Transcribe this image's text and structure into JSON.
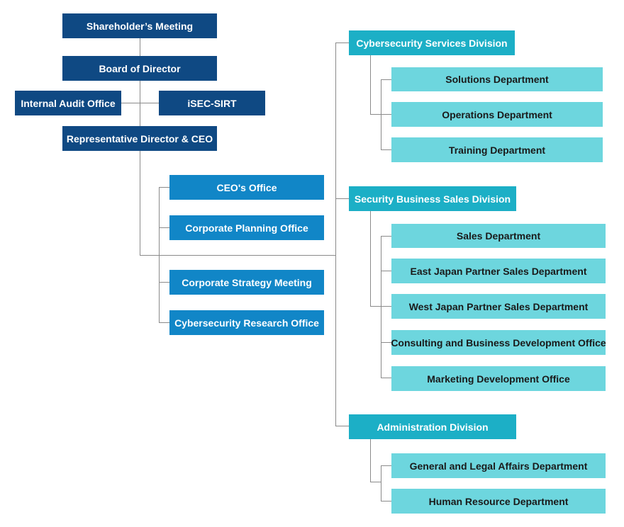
{
  "org_chart": {
    "top": {
      "shareholders_meeting": "Shareholder’s Meeting",
      "board_of_director": "Board of Director",
      "internal_audit_office": "Internal Audit Office",
      "isec_sirt": "iSEC-SIRT",
      "representative_director_ceo": "Representative Director & CEO"
    },
    "staff": {
      "ceos_office": "CEO's Office",
      "corporate_planning_office": "Corporate Planning Office",
      "corporate_strategy_meeting": "Corporate Strategy Meeting",
      "cybersecurity_research_office": "Cybersecurity Research Office"
    },
    "divisions": [
      {
        "name": "Cybersecurity Services Division",
        "departments": [
          "Solutions Department",
          "Operations Department",
          "Training Department"
        ]
      },
      {
        "name": "Security Business Sales Division",
        "departments": [
          "Sales Department",
          "East Japan Partner Sales Department",
          "West Japan Partner Sales Department",
          "Consulting and Business Development Office",
          "Marketing Development Office"
        ]
      },
      {
        "name": "Administration Division",
        "departments": [
          "General and Legal Affairs Department",
          "Human  Resource Department"
        ]
      }
    ],
    "colors": {
      "executive": "#0f4983",
      "staff_office": "#1186c7",
      "division": "#1cafc6",
      "department": "#6dd6de",
      "connector": "#8a8a8a"
    }
  }
}
